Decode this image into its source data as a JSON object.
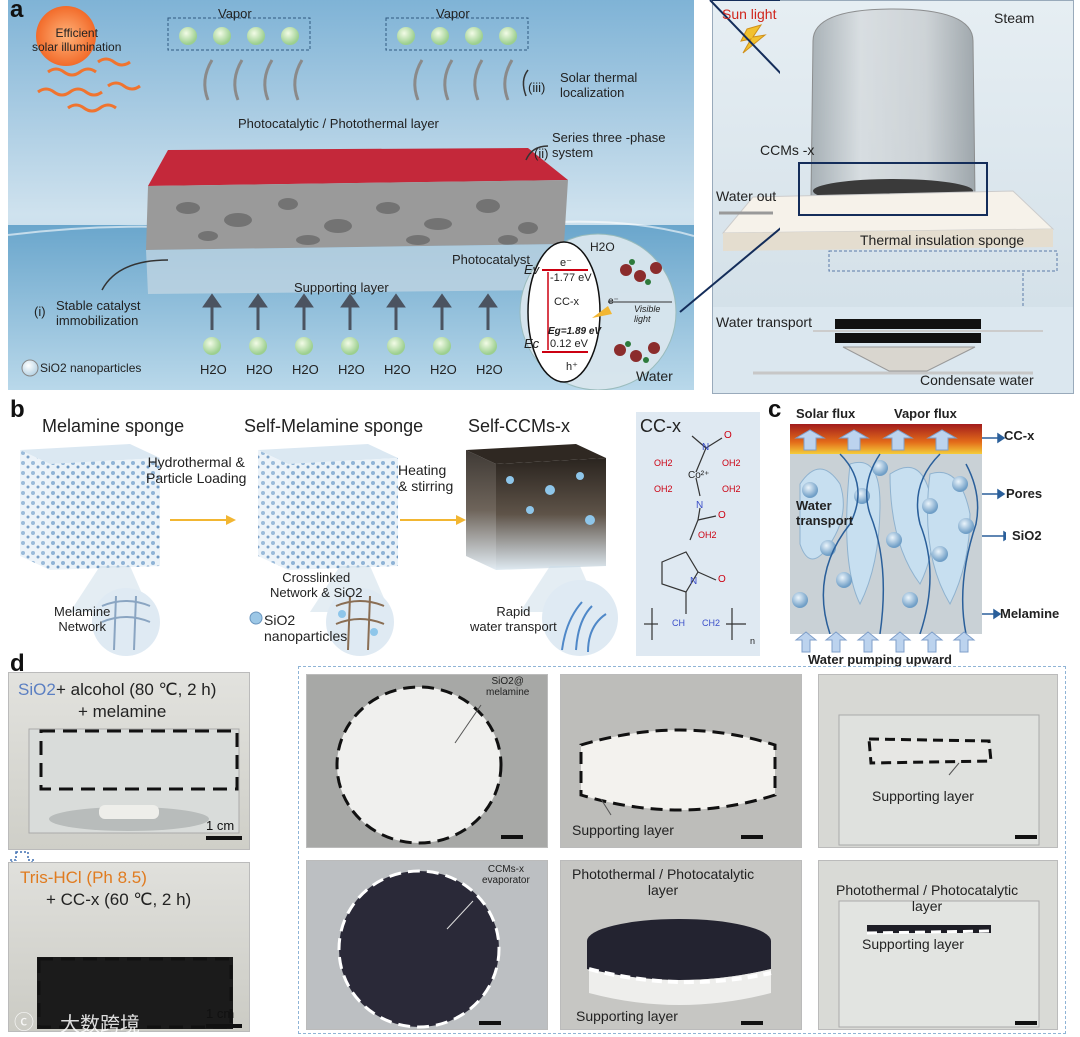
{
  "panel_a": {
    "letter": "a",
    "solar": "Efficient\nsolar illumination",
    "vapor_left": "Vapor",
    "vapor_right": "Vapor",
    "iii": "(iii)",
    "iii_text": "Solar thermal\nlocalization",
    "layer_top": "Photocatalytic / Photothermal layer",
    "ii": "(ii)",
    "ii_text": "Series three -phase\nsystem",
    "photocatalyst": "Photocatalyst",
    "h2o_top": "H2O",
    "e_minus": "e⁻",
    "ev": "Ev",
    "ev_val": "-1.77 eV",
    "ccx": "CC-x",
    "eg": "Eg=1.89 eV",
    "ec": "Ec",
    "ec_val": "0.12 eV",
    "h_plus": "h⁺",
    "visible": "Visible\nlight",
    "e_minus2": "e⁻",
    "water": "Water",
    "supporting": "Supporting layer",
    "i": "(i)",
    "i_text": "Stable catalyst\nimmobilization",
    "sio2_legend": "SiO2 nanoparticles",
    "h2o": [
      "H2O",
      "H2O",
      "H2O",
      "H2O",
      "H2O",
      "H2O",
      "H2O"
    ]
  },
  "panel_a_right": {
    "sun": "Sun light",
    "steam": "Steam",
    "ccms": "CCMs -x",
    "water_out": "Water out",
    "sponge": "Thermal insulation sponge",
    "transport": "Water transport",
    "condensate": "Condensate water"
  },
  "panel_b": {
    "letter": "b",
    "t1": "Melamine sponge",
    "t2": "Self-Melamine sponge",
    "t3": "Self-CCMs-x",
    "arrow1": "Hydrothermal &\nParticle Loading",
    "arrow2": "Heating\n& stirring",
    "net1": "Melamine\nNetwork",
    "net2": "Crosslinked\nNetwork & SiO2",
    "sio2np": "SiO2\nnanoparticles",
    "rapid": "Rapid\nwater transport",
    "ccx_title": "CC-x",
    "co": "Co²⁺",
    "oh2": "OH2",
    "n": "N",
    "o": "O",
    "ch": "CH",
    "ch2": "CH2",
    "sub_n": "n"
  },
  "panel_c": {
    "letter": "c",
    "solar": "Solar flux",
    "vapor": "Vapor flux",
    "ccx": "CC-x",
    "pores": "Pores",
    "sio2": "SiO2",
    "melamine": "Melamine",
    "transport": "Water\ntransport",
    "pumping": "Water pumping upward"
  },
  "panel_d": {
    "letter": "d",
    "sio2": "SiO2",
    "top_line1": " + alcohol (80 ℃, 2 h)",
    "top_line2": "+ melamine",
    "tris": "Tris-HCl (Ph 8.5)",
    "bot_line": "+ CC-x (60 ℃, 2 h)",
    "scale1": "1 cm",
    "scale2": "1 cm",
    "sio2_mel": "SiO2@\nmelamine",
    "support1": "Supporting layer",
    "support2": "Supporting layer",
    "ccms_evap": "CCMs-x\nevaporator",
    "photo_layer1": "Photothermal / Photocatalytic\nlayer",
    "support3": "Supporting layer",
    "photo_layer2": "Photothermal / Photocatalytic\nlayer",
    "support4": "Supporting layer",
    "watermark": "大数跨境"
  },
  "colors": {
    "sky": "#7fb6d6",
    "red_layer": "#c4283a",
    "water": "#a9cfe4",
    "arrow_yellow": "#f2b632",
    "ccx_orange": "#e07b1f",
    "sio2_blue": "#5b8bc9"
  }
}
